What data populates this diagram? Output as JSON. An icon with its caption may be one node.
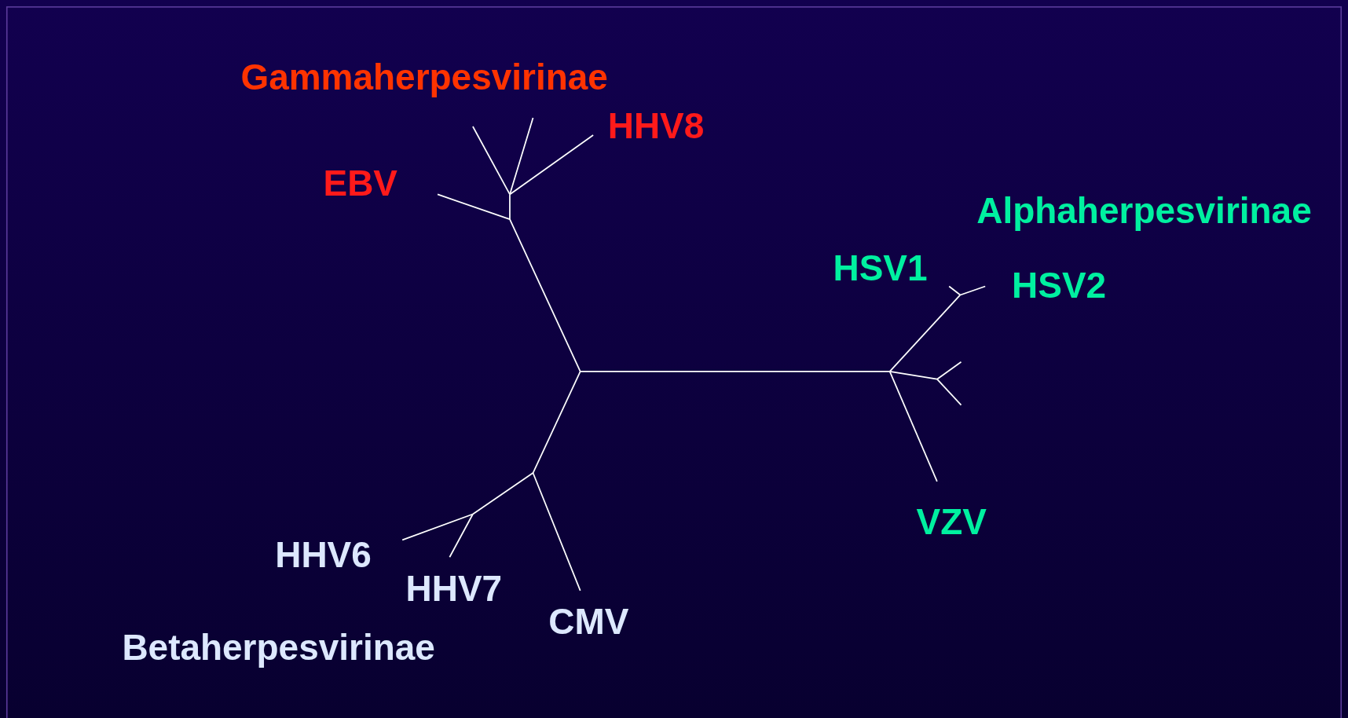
{
  "diagram": {
    "labels": [
      "Gammaherpesvirinae",
      "HHV8",
      "EBV",
      "Alphaherpesvirinae",
      "HSV1",
      "HSV2",
      "VZV",
      "HHV6",
      "HHV7",
      "CMV",
      "Betaherpesvirinae"
    ]
  }
}
